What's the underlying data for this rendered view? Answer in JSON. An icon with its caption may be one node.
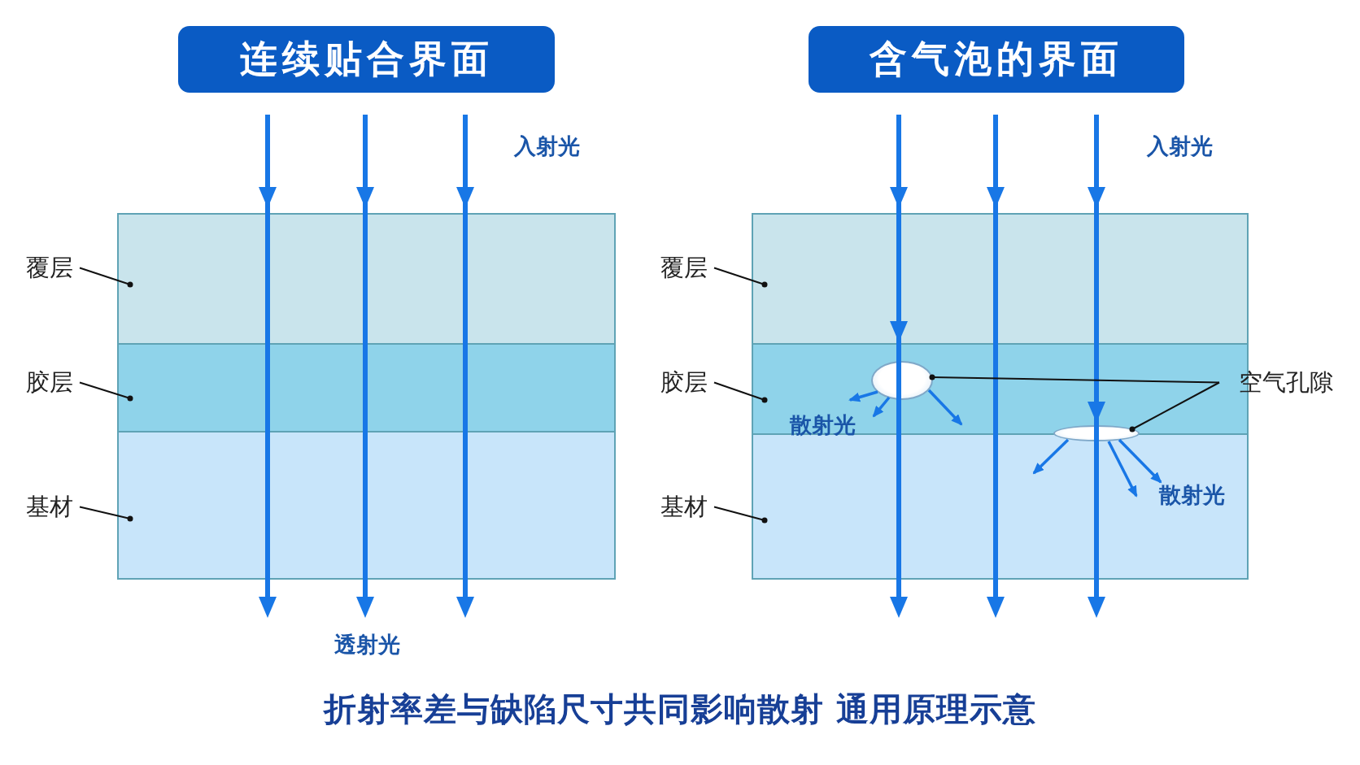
{
  "diagram": {
    "caption": "折射率差与缺陷尺寸共同影响散射 通用原理示意",
    "nodes": [
      {
        "text": [
          "连续贴合界面"
        ]
      },
      {
        "text": [
          "含气泡的界面"
        ]
      },
      {
        "text": [],
        "shape": "band"
      },
      {
        "text": [],
        "shape": "band"
      },
      {
        "text": [],
        "shape": "band"
      },
      {
        "text": [
          "覆层"
        ]
      },
      {
        "text": [
          "胶层"
        ]
      },
      {
        "text": [
          "基材"
        ]
      },
      {
        "text": [],
        "shape": "band"
      },
      {
        "text": [],
        "shape": "band"
      },
      {
        "text": [],
        "shape": "band"
      },
      {
        "text": [
          "覆层"
        ]
      },
      {
        "text": [
          "胶层"
        ]
      },
      {
        "text": [
          "基材"
        ]
      },
      {
        "text": [],
        "shape": "ellipse",
        "in": 9
      },
      {
        "text": [],
        "shape": "ellipse"
      },
      {
        "text": [
          "空气孔隙"
        ]
      }
    ],
    "edges": [
      {
        "from": 5,
        "to": 2,
        "arrow": "other"
      },
      {
        "from": 6,
        "to": 3,
        "arrow": "other"
      },
      {
        "from": 7,
        "to": 4,
        "arrow": "other"
      },
      {
        "from": 11,
        "to": 8,
        "arrow": "other"
      },
      {
        "from": 12,
        "to": 9,
        "arrow": "other"
      },
      {
        "from": 13,
        "to": 10,
        "arrow": "other"
      },
      {
        "from": 16,
        "to": 14,
        "arrow": "other"
      },
      {
        "from": 16,
        "to": 15,
        "arrow": "other"
      },
      {
        "from": 14,
        "to": 9,
        "arrow": "to",
        "color": "#1877e6"
      },
      {
        "from": 14,
        "to": 9,
        "arrow": "to",
        "color": "#1877e6"
      },
      {
        "from": 14,
        "to": 9,
        "arrow": "to",
        "color": "#1877e6"
      },
      {
        "from": 15,
        "to": 10,
        "arrow": "to",
        "color": "#1877e6"
      },
      {
        "from": 15,
        "to": 10,
        "arrow": "to",
        "color": "#1877e6"
      },
      {
        "from": 15,
        "to": 10,
        "arrow": "to",
        "color": "#1877e6"
      }
    ],
    "labels": [
      "入射光",
      "透射光",
      "入射光",
      "散射光",
      "散射光"
    ]
  }
}
